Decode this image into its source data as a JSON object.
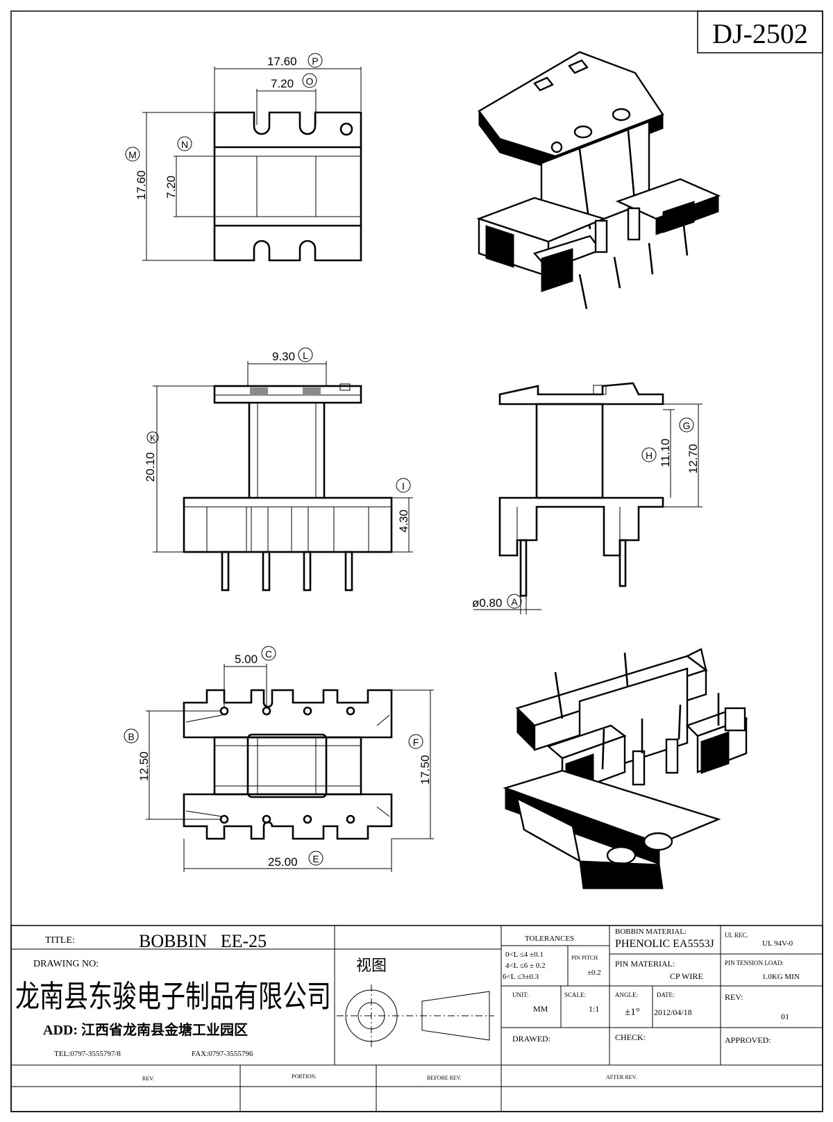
{
  "drawing": {
    "part_number": "DJ-2502",
    "dimensions": {
      "P": "17.60",
      "O": "7.20",
      "M": "17.60",
      "N": "7.20",
      "L": "9.30",
      "K": "20.10",
      "I": "4.30",
      "G": "12.70",
      "H": "11.10",
      "A": "ø0.80",
      "C": "5.00",
      "B": "12.50",
      "F": "17.50",
      "E": "25.00"
    },
    "markers": [
      "P",
      "O",
      "M",
      "N",
      "L",
      "K",
      "I",
      "G",
      "H",
      "A",
      "C",
      "B",
      "F",
      "E"
    ]
  },
  "title_block": {
    "title_label": "TITLE:",
    "title_value": "BOBBIN   EE-25",
    "drawing_no_label": "DRAWING NO:",
    "view_label": "视图",
    "company": "龙南县东骏电子制品有限公司",
    "address": "ADD: 江西省龙南县金塘工业园区",
    "tel": "TEL:0797-3555797/8",
    "fax": "FAX:0797-3555796",
    "tolerances_label": "TOLERANCES",
    "tol_1": "0<L ≤4  ±0.1",
    "tol_2": "4<L ≤6  ± 0.2",
    "tol_3": "6<L ≤3±0.3",
    "pin_pitch_label": "PIN PITCH",
    "pin_pitch_value": "±0.2",
    "unit_label": "UNIT:",
    "unit_value": "MM",
    "scale_label": "SCALE:",
    "scale_value": "1:1",
    "drawed_label": "DRAWED:",
    "bobbin_material_label": "BOBBIN MATERIAL:",
    "bobbin_material_value": "PHENOLIC EA5553J",
    "pin_material_label": "PIN MATERIAL:",
    "pin_material_value": "CP WIRE",
    "angle_label": "ANGLE:",
    "angle_value": "±1°",
    "date_label": "DATE:",
    "date_value": "2012/04/18",
    "check_label": "CHECK:",
    "ul_rec_label": "UL REC.",
    "ul_rec_value": "UL  94V-0",
    "pin_tension_label": "PIN TENSION LOAD:",
    "pin_tension_value": "1.0KG MIN",
    "rev_label": "REV:",
    "rev_value": "01",
    "approved_label": "APPROVED:",
    "rev_col": "REV.",
    "portion_col": "PORTION.",
    "before_rev_col": "BEFORE REV.",
    "after_rev_col": "AFTER REV."
  }
}
